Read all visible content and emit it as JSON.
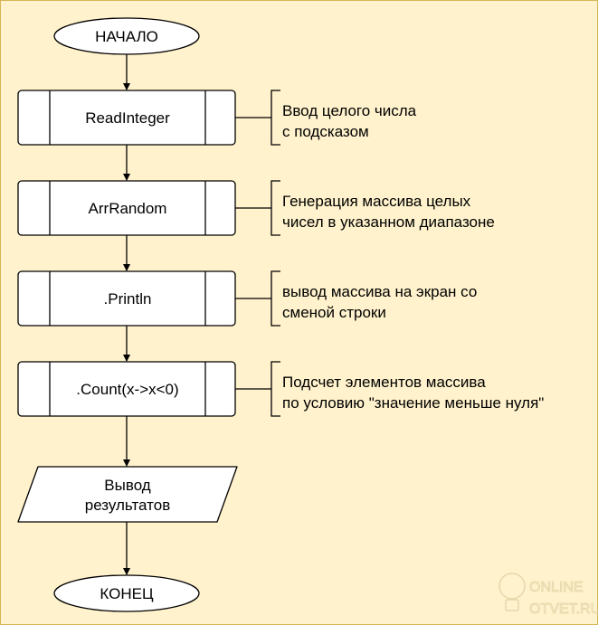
{
  "start": "НАЧАЛО",
  "end": "КОНЕЦ",
  "steps": [
    {
      "label": "ReadInteger",
      "note1": "Ввод целого числа",
      "note2": "с подсказом"
    },
    {
      "label": "ArrRandom",
      "note1": "Генерация массива целых",
      "note2": "чисел в указанном диапазоне"
    },
    {
      "label": ".Println",
      "note1": "вывод массива на экран со",
      "note2": "сменой строки"
    },
    {
      "label": ".Count(x->x<0)",
      "note1": "Подсчет элементов массива",
      "note2": "по условию \"значение меньше нуля\""
    }
  ],
  "output": {
    "line1": "Вывод",
    "line2": "результатов"
  },
  "watermark": {
    "line1": "ONLINE",
    "line2": "OTVET.RU"
  },
  "colors": {
    "background": "#fff2cc",
    "border": "#d6b656"
  }
}
